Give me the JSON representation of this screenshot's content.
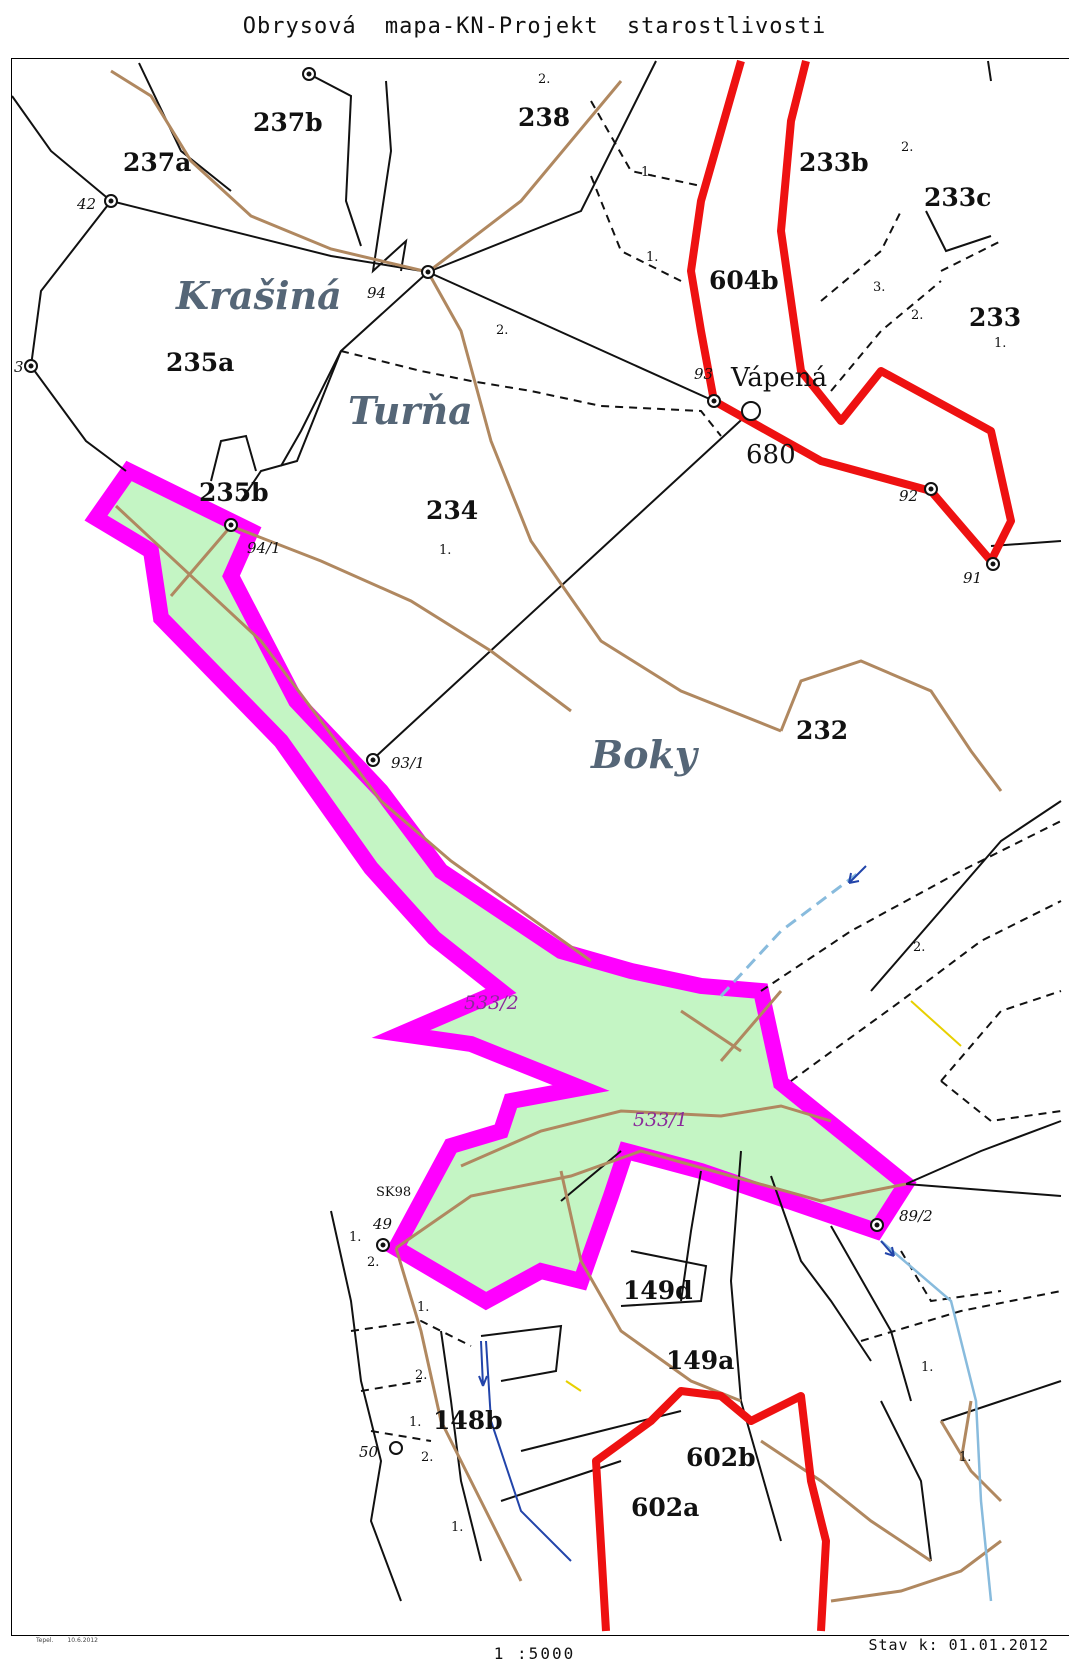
{
  "title": "Obrysová mapa-KN-Projekt starostlivosti",
  "footer": {
    "left_label": "Tepel.",
    "left_date": "10.6.2012",
    "state_label": "Stav k: 01.01.2012",
    "scale": "1 :5000"
  },
  "colors": {
    "highlight_fill": "#c4f5c4",
    "highlight_border": "#ff00ff",
    "red_boundary": "#ee1111",
    "road": "#b08860",
    "stream": "#88bbdd"
  },
  "stand_labels": [
    "237a",
    "237b",
    "238",
    "235a",
    "235b",
    "234",
    "233b",
    "233c",
    "233",
    "604b",
    "232",
    "149d",
    "149a",
    "148b",
    "602b",
    "602a"
  ],
  "locality_names": [
    "Krašiná",
    "Turňa",
    "Boky"
  ],
  "village_name": "Vápená",
  "village_point": "680",
  "survey_points": [
    "42",
    "94",
    "93",
    "92",
    "91",
    "94/1",
    "93/1",
    "89/2",
    "49",
    "50",
    "3"
  ],
  "parcel_labels": [
    "533/2",
    "533/1"
  ],
  "marker_label": "SK98",
  "sublabels": [
    "2.",
    "1.",
    "3.",
    "1.",
    "2.",
    "2.",
    "1.",
    "2.",
    "1.",
    "2.",
    "1.",
    "1.",
    "2.",
    "1.",
    "2.",
    "1.",
    "2.",
    "1.",
    "1."
  ]
}
